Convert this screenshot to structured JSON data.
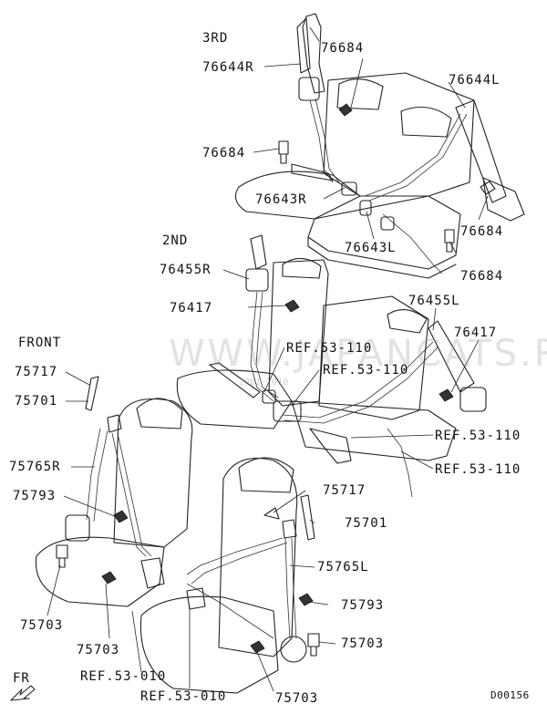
{
  "sections": {
    "third": "3RD",
    "second": "2ND",
    "front": "FRONT"
  },
  "direction": {
    "label": "FR"
  },
  "watermark": {
    "text": "WWW.JAPANCATS.RU",
    "small": "2001-2010"
  },
  "diagram_code": "D00156",
  "parts": {
    "p76684_a": "76684",
    "p76644r": "76644R",
    "p76644l": "76644L",
    "p76684_b": "76684",
    "p76643r": "76643R",
    "p76684_c": "76684",
    "p76643l": "76643L",
    "p76684_d": "76684",
    "p76455r": "76455R",
    "p76417_a": "76417",
    "p76455l": "76455L",
    "p76417_b": "76417",
    "ref110_a": "REF.53-110",
    "ref110_b": "REF.53-110",
    "ref110_c": "REF.53-110",
    "ref110_d": "REF.53-110",
    "p75717_a": "75717",
    "p75701_a": "75701",
    "p75765r": "75765R",
    "p75793_a": "75793",
    "p75703_a": "75703",
    "p75703_b": "75703",
    "ref010_a": "REF.53-010",
    "ref010_b": "REF.53-010",
    "p75717_b": "75717",
    "p75701_b": "75701",
    "p75765l": "75765L",
    "p75793_b": "75793",
    "p75703_c": "75703",
    "p75703_d": "75703"
  }
}
